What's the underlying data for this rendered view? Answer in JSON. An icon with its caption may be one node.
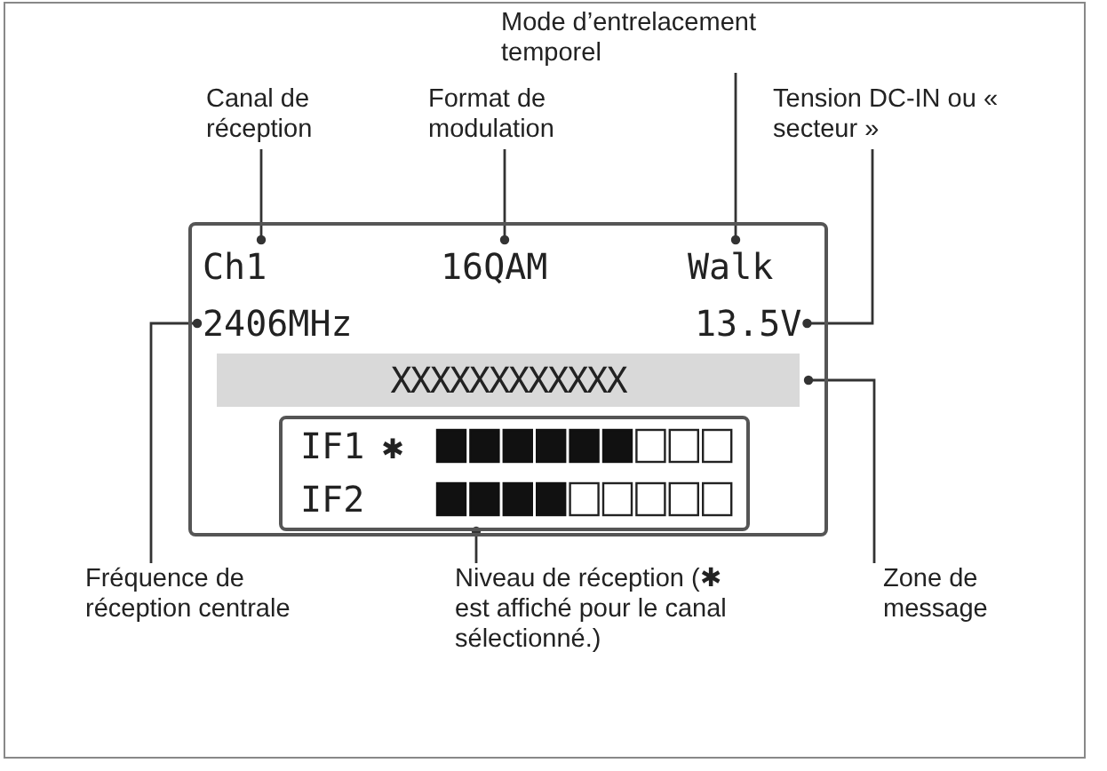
{
  "diagram": {
    "nodes": [
      {
        "text": [
          "Canal de réception"
        ]
      },
      {
        "text": [
          "Format de modulation"
        ]
      },
      {
        "text": [
          "Mode d’entrelacement temporel"
        ]
      },
      {
        "text": [
          "Tension DC-IN ou « secteur »"
        ]
      },
      {
        "text": [],
        "shape": "box"
      },
      {
        "text": [
          "Ch1"
        ],
        "in": 4
      },
      {
        "text": [
          "16QAM"
        ],
        "in": 4
      },
      {
        "text": [
          "Walk"
        ],
        "in": 4
      },
      {
        "text": [
          "2406MHz"
        ],
        "in": 4
      },
      {
        "text": [
          "13.5V"
        ],
        "in": 4
      },
      {
        "text": [
          "XXXXXXXXXXXX"
        ],
        "in": 4
      },
      {
        "text": [
          "IF1",
          "✱",
          "IF2"
        ],
        "in": 4
      },
      {
        "text": [
          "Fréquence de réception centrale"
        ]
      },
      {
        "text": [
          "Niveau de réception (✱ est affiché pour le canal sélectionné.)"
        ]
      },
      {
        "text": [
          "Zone de message"
        ]
      }
    ],
    "edges": [
      {
        "from": 0,
        "to": 5,
        "arrow": "other"
      },
      {
        "from": 1,
        "to": 6,
        "arrow": "other"
      },
      {
        "from": 2,
        "to": 7,
        "arrow": "other"
      },
      {
        "from": 3,
        "to": 9,
        "arrow": "other"
      },
      {
        "from": 12,
        "to": 8,
        "arrow": "other"
      },
      {
        "from": 13,
        "to": 11,
        "arrow": "other"
      },
      {
        "from": 14,
        "to": 10,
        "arrow": "other"
      }
    ]
  }
}
